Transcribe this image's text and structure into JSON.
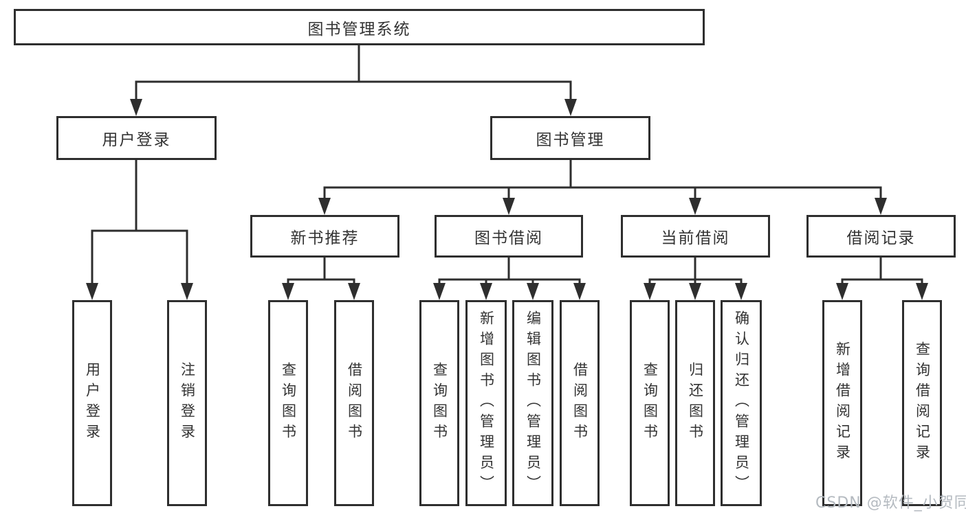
{
  "diagram": {
    "root": {
      "label": "图书管理系统"
    },
    "level2": {
      "user_login": {
        "label": "用户登录"
      },
      "book_management": {
        "label": "图书管理"
      }
    },
    "level3": {
      "new_book_recommend": {
        "label": "新书推荐"
      },
      "book_borrowing": {
        "label": "图书借阅"
      },
      "current_borrowing": {
        "label": "当前借阅"
      },
      "borrowing_records": {
        "label": "借阅记录"
      }
    },
    "leaves": {
      "user_login": {
        "label": "用户登录"
      },
      "logout": {
        "label": "注销登录"
      },
      "rec_query_books": {
        "label": "查询图书"
      },
      "rec_borrow_books": {
        "label": "借阅图书"
      },
      "bb_query_books": {
        "label": "查询图书"
      },
      "bb_add_books": {
        "label": "新增图书（管理员）"
      },
      "bb_edit_books": {
        "label": "编辑图书（管理员）"
      },
      "bb_borrow_books": {
        "label": "借阅图书"
      },
      "cb_query_books": {
        "label": "查询图书"
      },
      "cb_return_books": {
        "label": "归还图书"
      },
      "cb_confirm_return": {
        "label": "确认归还（管理员）"
      },
      "br_add_record": {
        "label": "新增借阅记录"
      },
      "br_query_record": {
        "label": "查询借阅记录"
      }
    }
  },
  "watermark": {
    "text": "CSDN @软件_小贺同学"
  },
  "colors": {
    "line": "#2e2e2e",
    "box_border": "#2e2e2e",
    "text": "#333333",
    "watermark": "#b4bac0",
    "background": "#ffffff"
  }
}
